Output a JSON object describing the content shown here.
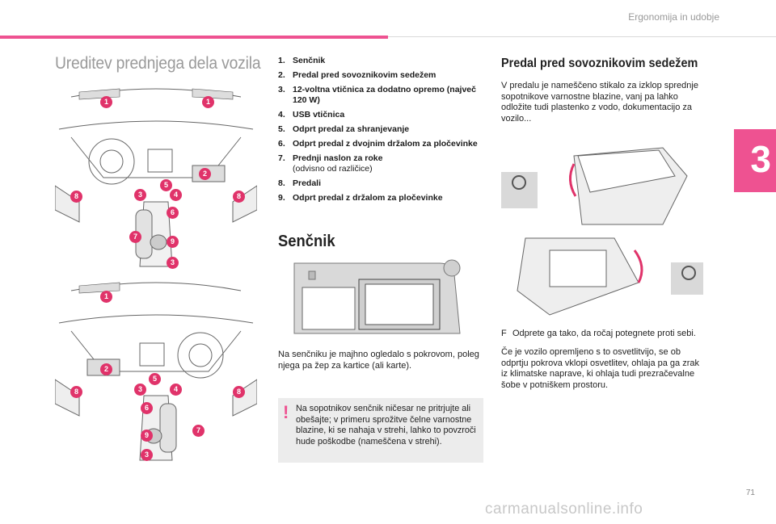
{
  "header": {
    "running_title": "Ergonomija in udobje",
    "chapter_number": "3"
  },
  "section_title": "Ureditev prednjega dela vozila",
  "items": [
    {
      "num": "1.",
      "label": "Senčnik",
      "sub": ""
    },
    {
      "num": "2.",
      "label": "Predal pred sovoznikovim sedežem",
      "sub": ""
    },
    {
      "num": "3.",
      "label": "12-voltna vtičnica za dodatno opremo (največ 120 W)",
      "sub": ""
    },
    {
      "num": "4.",
      "label": "USB vtičnica",
      "sub": ""
    },
    {
      "num": "5.",
      "label": "Odprt predal za shranjevanje",
      "sub": ""
    },
    {
      "num": "6.",
      "label": "Odprt predal z dvojnim držalom za pločevinke",
      "sub": ""
    },
    {
      "num": "7.",
      "label": "Prednji naslon za roke",
      "sub": "(odvisno od različice)"
    },
    {
      "num": "8.",
      "label": "Predali",
      "sub": ""
    },
    {
      "num": "9.",
      "label": "Odprt predal z držalom za pločevinke",
      "sub": ""
    }
  ],
  "sencnik": {
    "title": "Senčnik",
    "text": "Na senčniku je majhno ogledalo s pokrovom, poleg njega pa žep za kartice (ali karte).",
    "warning_icon": "!",
    "warning": "Na sopotnikov senčnik ničesar ne pritrjujte ali obešajte; v primeru sprožitve čelne varnostne blazine, ki se nahaja v strehi, lahko to povzroči hude poškodbe (nameščena v strehi)."
  },
  "predal": {
    "title": "Predal pred sovoznikovim sedežem",
    "text": "V predalu je nameščeno stikalo za izklop sprednje sopotnikove varnostne blazine, vanj pa lahko odložite tudi plastenko z vodo, dokumentacijo za vozilo...",
    "bullet_icon": "F",
    "bullet": "Odprete ga tako, da ročaj potegnete proti sebi.",
    "text2": "Če je vozilo opremljeno s to osvetlitvijo, se ob odprtju pokrova vklopi osvetlitev, ohlaja pa ga zrak iz klimatske naprave, ki ohlaja tudi prezračevalne šobe v potniškem prostoru."
  },
  "page_number": "71",
  "watermark": "carmanualsonline.info",
  "colors": {
    "accent": "#ee5291",
    "callout": "#e0336a"
  }
}
